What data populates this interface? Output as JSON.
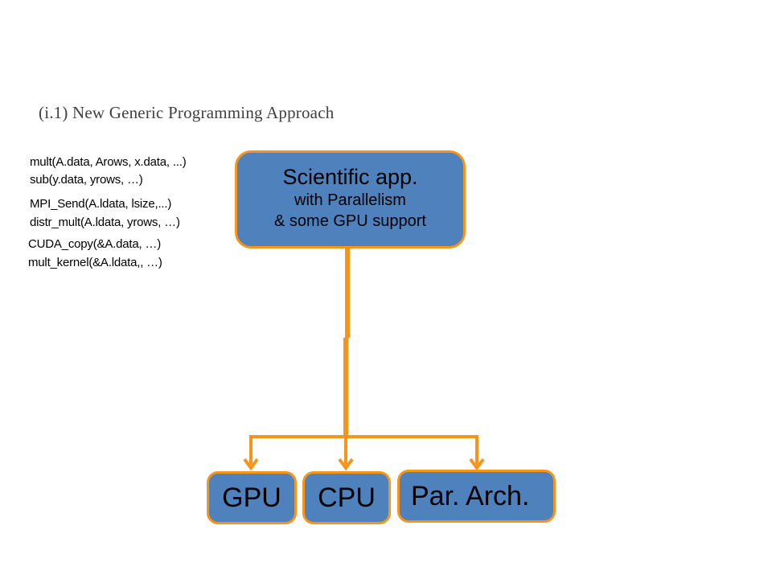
{
  "slide": {
    "title": "(i.1) New Generic Programming Approach"
  },
  "code_lines": [
    "mult(A.data, Arows, x.data, ...)",
    "sub(y.data, yrows, …)",
    "MPI_Send(A.ldata, lsize,...)",
    "distr_mult(A.ldata, yrows, …)",
    "CUDA_copy(&A.data, …)",
    "mult_kernel(&A.ldata,, …)"
  ],
  "main_box": {
    "title": "Scientific app.",
    "line1": "with Parallelism",
    "line2": "& some GPU support"
  },
  "targets": [
    "GPU",
    "CPU",
    "Par. Arch."
  ],
  "colors": {
    "box_fill": "#4f81bd",
    "accent": "#f79419",
    "title_text": "#404040"
  }
}
